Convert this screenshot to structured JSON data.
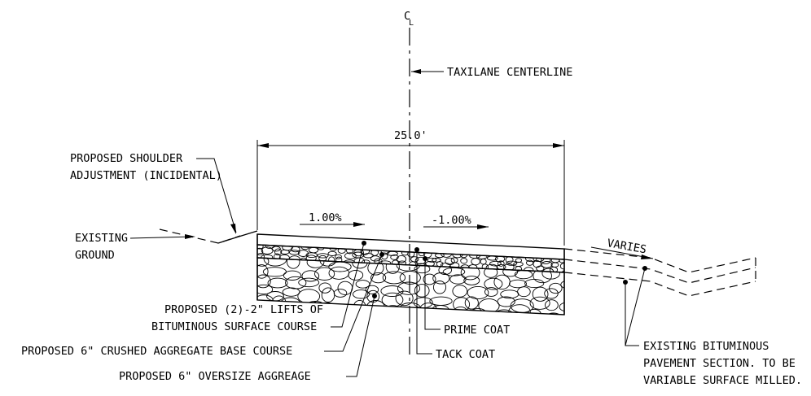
{
  "centerline": {
    "symbol": "C",
    "symbol_sub": "L",
    "label": "TAXILANE CENTERLINE"
  },
  "dimension": {
    "width": "25.0'"
  },
  "slopes": {
    "left": "1.00%",
    "right": "-1.00%",
    "varies": "VARIES"
  },
  "callouts": {
    "shoulder": [
      "PROPOSED SHOULDER",
      "ADJUSTMENT (INCIDENTAL)"
    ],
    "ground": [
      "EXISTING",
      "GROUND"
    ],
    "lifts": [
      "PROPOSED (2)-2\" LIFTS OF",
      "BITUMINOUS SURFACE COURSE"
    ],
    "base": "PROPOSED 6\" CRUSHED AGGREGATE BASE COURSE",
    "oversize": "PROPOSED 6\" OVERSIZE AGGREAGE",
    "prime": "PRIME COAT",
    "tack": "TACK COAT",
    "existing_pavement": [
      "EXISTING BITUMINOUS",
      "PAVEMENT SECTION. TO BE",
      "VARIABLE SURFACE MILLED."
    ]
  },
  "colors": {
    "ink": "#000000",
    "background": "#ffffff"
  }
}
